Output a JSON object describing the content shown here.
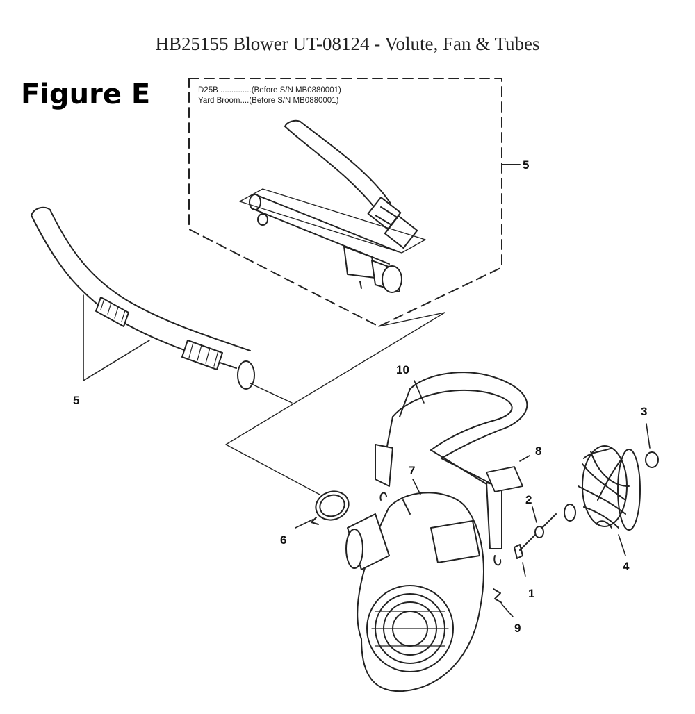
{
  "title": "HB25155 Blower UT-08124 - Volute, Fan & Tubes",
  "figure_label": "Figure E",
  "inset_notes": [
    "D25B ..............(Before S/N MB0880001)",
    "Yard Broom....(Before S/N MB0880001)"
  ],
  "callouts": {
    "inset_tubes": "5",
    "main_tube": "5",
    "strap": "10",
    "fan_nut": "3",
    "plate": "8",
    "volute": "7",
    "washer": "2",
    "clamp": "6",
    "fan": "4",
    "screw": "1",
    "hook": "9"
  }
}
